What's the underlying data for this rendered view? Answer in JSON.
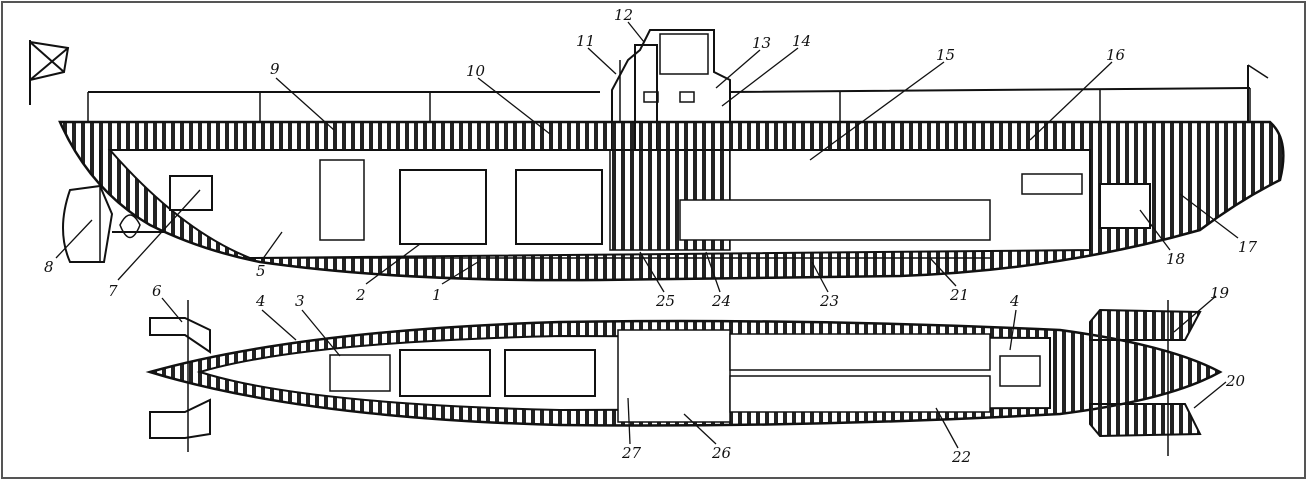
{
  "diagram": {
    "colors": {
      "ink": "#1a1a1a",
      "paper": "#ffffff",
      "hatch": "#222222"
    },
    "callouts": [
      {
        "id": "c1",
        "text": "1"
      },
      {
        "id": "c2",
        "text": "2"
      },
      {
        "id": "c3",
        "text": "3"
      },
      {
        "id": "c4a",
        "text": "4"
      },
      {
        "id": "c4b",
        "text": "4"
      },
      {
        "id": "c5",
        "text": "5"
      },
      {
        "id": "c6",
        "text": "6"
      },
      {
        "id": "c7",
        "text": "7"
      },
      {
        "id": "c8",
        "text": "8"
      },
      {
        "id": "c9",
        "text": "9"
      },
      {
        "id": "c10",
        "text": "10"
      },
      {
        "id": "c11",
        "text": "11"
      },
      {
        "id": "c12",
        "text": "12"
      },
      {
        "id": "c13",
        "text": "13"
      },
      {
        "id": "c14",
        "text": "14"
      },
      {
        "id": "c15",
        "text": "15"
      },
      {
        "id": "c16",
        "text": "16"
      },
      {
        "id": "c17",
        "text": "17"
      },
      {
        "id": "c18",
        "text": "18"
      },
      {
        "id": "c19",
        "text": "19"
      },
      {
        "id": "c20",
        "text": "20"
      },
      {
        "id": "c21",
        "text": "21"
      },
      {
        "id": "c22",
        "text": "22"
      },
      {
        "id": "c23",
        "text": "23"
      },
      {
        "id": "c24",
        "text": "24"
      },
      {
        "id": "c25",
        "text": "25"
      },
      {
        "id": "c26",
        "text": "26"
      },
      {
        "id": "c27",
        "text": "27"
      }
    ]
  }
}
